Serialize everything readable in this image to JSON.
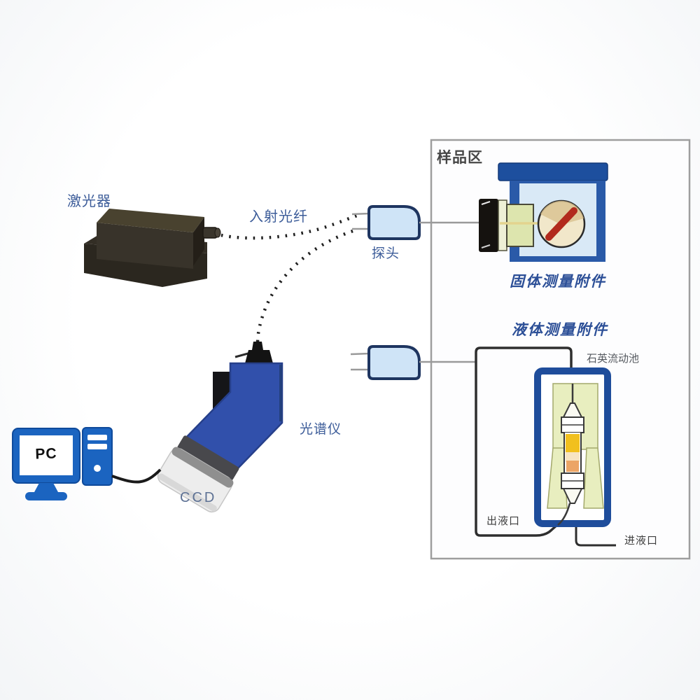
{
  "labels": {
    "laser": "激光器",
    "incident_fiber": "入射光纤",
    "probe": "探头",
    "sample_area": "样品区",
    "solid_accessory": "固体测量附件",
    "liquid_accessory": "液体测量附件",
    "flow_cell": "石英流动池",
    "outlet": "出液口",
    "inlet": "进液口",
    "spectrometer": "光谱仪",
    "ccd": "CCD",
    "pc_screen": "PC"
  },
  "colors": {
    "device_blue": "#3150ab",
    "panel_blue_dark": "#1d4f9e",
    "probe_fill": "#cfe4f7",
    "probe_border": "#1e3560",
    "laser_body": "#38332a",
    "lens_khaki": "#dde5ae",
    "disc_cream": "#f1e7ca",
    "sample_red": "#b22a1d",
    "cell_border": "#1f4d9b",
    "cell_khaki": "#e8eebf",
    "liquid_yellow": "#f1c01e",
    "liquid_orange": "#eca566",
    "pc_blue": "#1b64c0",
    "label_blue": "#3c5c99",
    "line_gray": "#9a9a9a",
    "line_dark": "#2e2e2e"
  }
}
